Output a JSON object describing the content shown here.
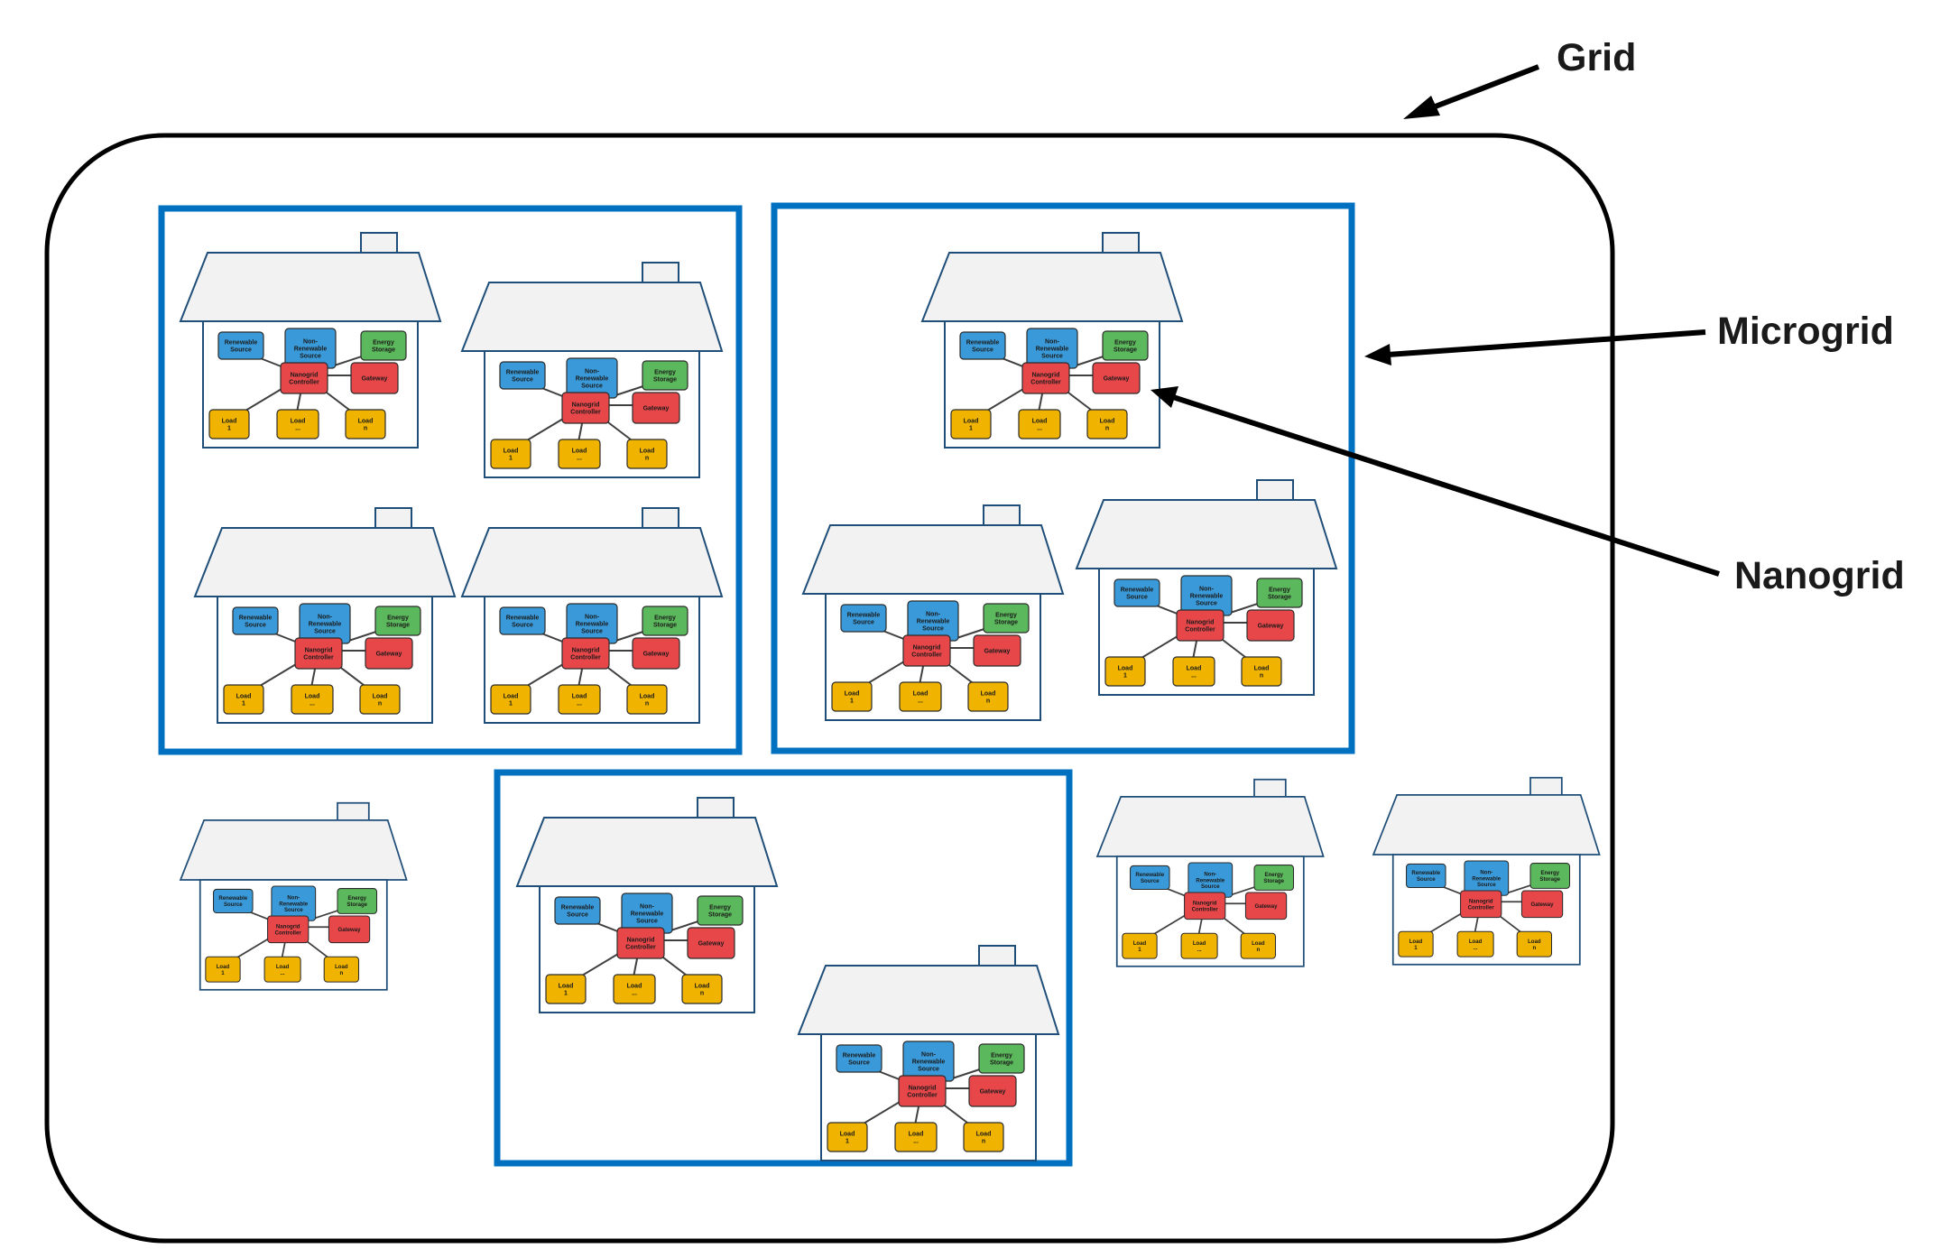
{
  "labels": {
    "grid": "Grid",
    "microgrid": "Microgrid",
    "nanogrid": "Nanogrid"
  },
  "house": {
    "renewable": [
      "Renewable",
      "Source"
    ],
    "non_renewable": [
      "Non-",
      "Renewable",
      "Source"
    ],
    "energy_storage": [
      "Energy",
      "Storage"
    ],
    "controller": [
      "Nanogrid",
      "Controller"
    ],
    "gateway": [
      "Gateway"
    ],
    "load_1": [
      "Load",
      "1"
    ],
    "load_mid": [
      "Load",
      "..."
    ],
    "load_n": [
      "Load",
      "n"
    ]
  },
  "colors": {
    "renewable": "#3a9ad9",
    "non_renewable": "#3a9ad9",
    "energy_storage": "#5cb85c",
    "controller": "#e8474a",
    "gateway": "#e8474a",
    "load": "#f0b400",
    "microgrid_border": "#0070c0",
    "grid_border": "#000000"
  }
}
